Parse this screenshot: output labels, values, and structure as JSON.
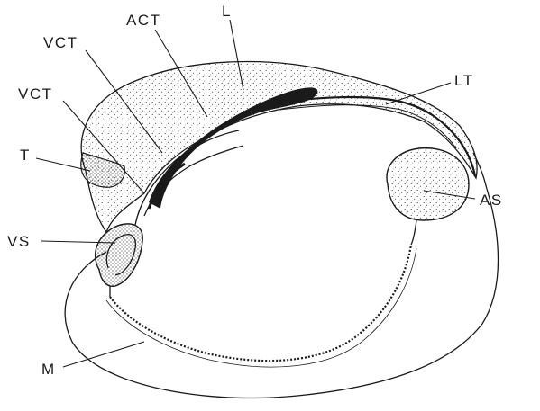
{
  "labels": {
    "act": "ACT",
    "l": "L",
    "vct_upper": "VCT",
    "vct_lower": "VCT",
    "lt": "LT",
    "t": "T",
    "as": "AS",
    "vs": "VS",
    "m": "M"
  },
  "colors": {
    "ink": "#1a1a1a",
    "paper": "#ffffff"
  }
}
